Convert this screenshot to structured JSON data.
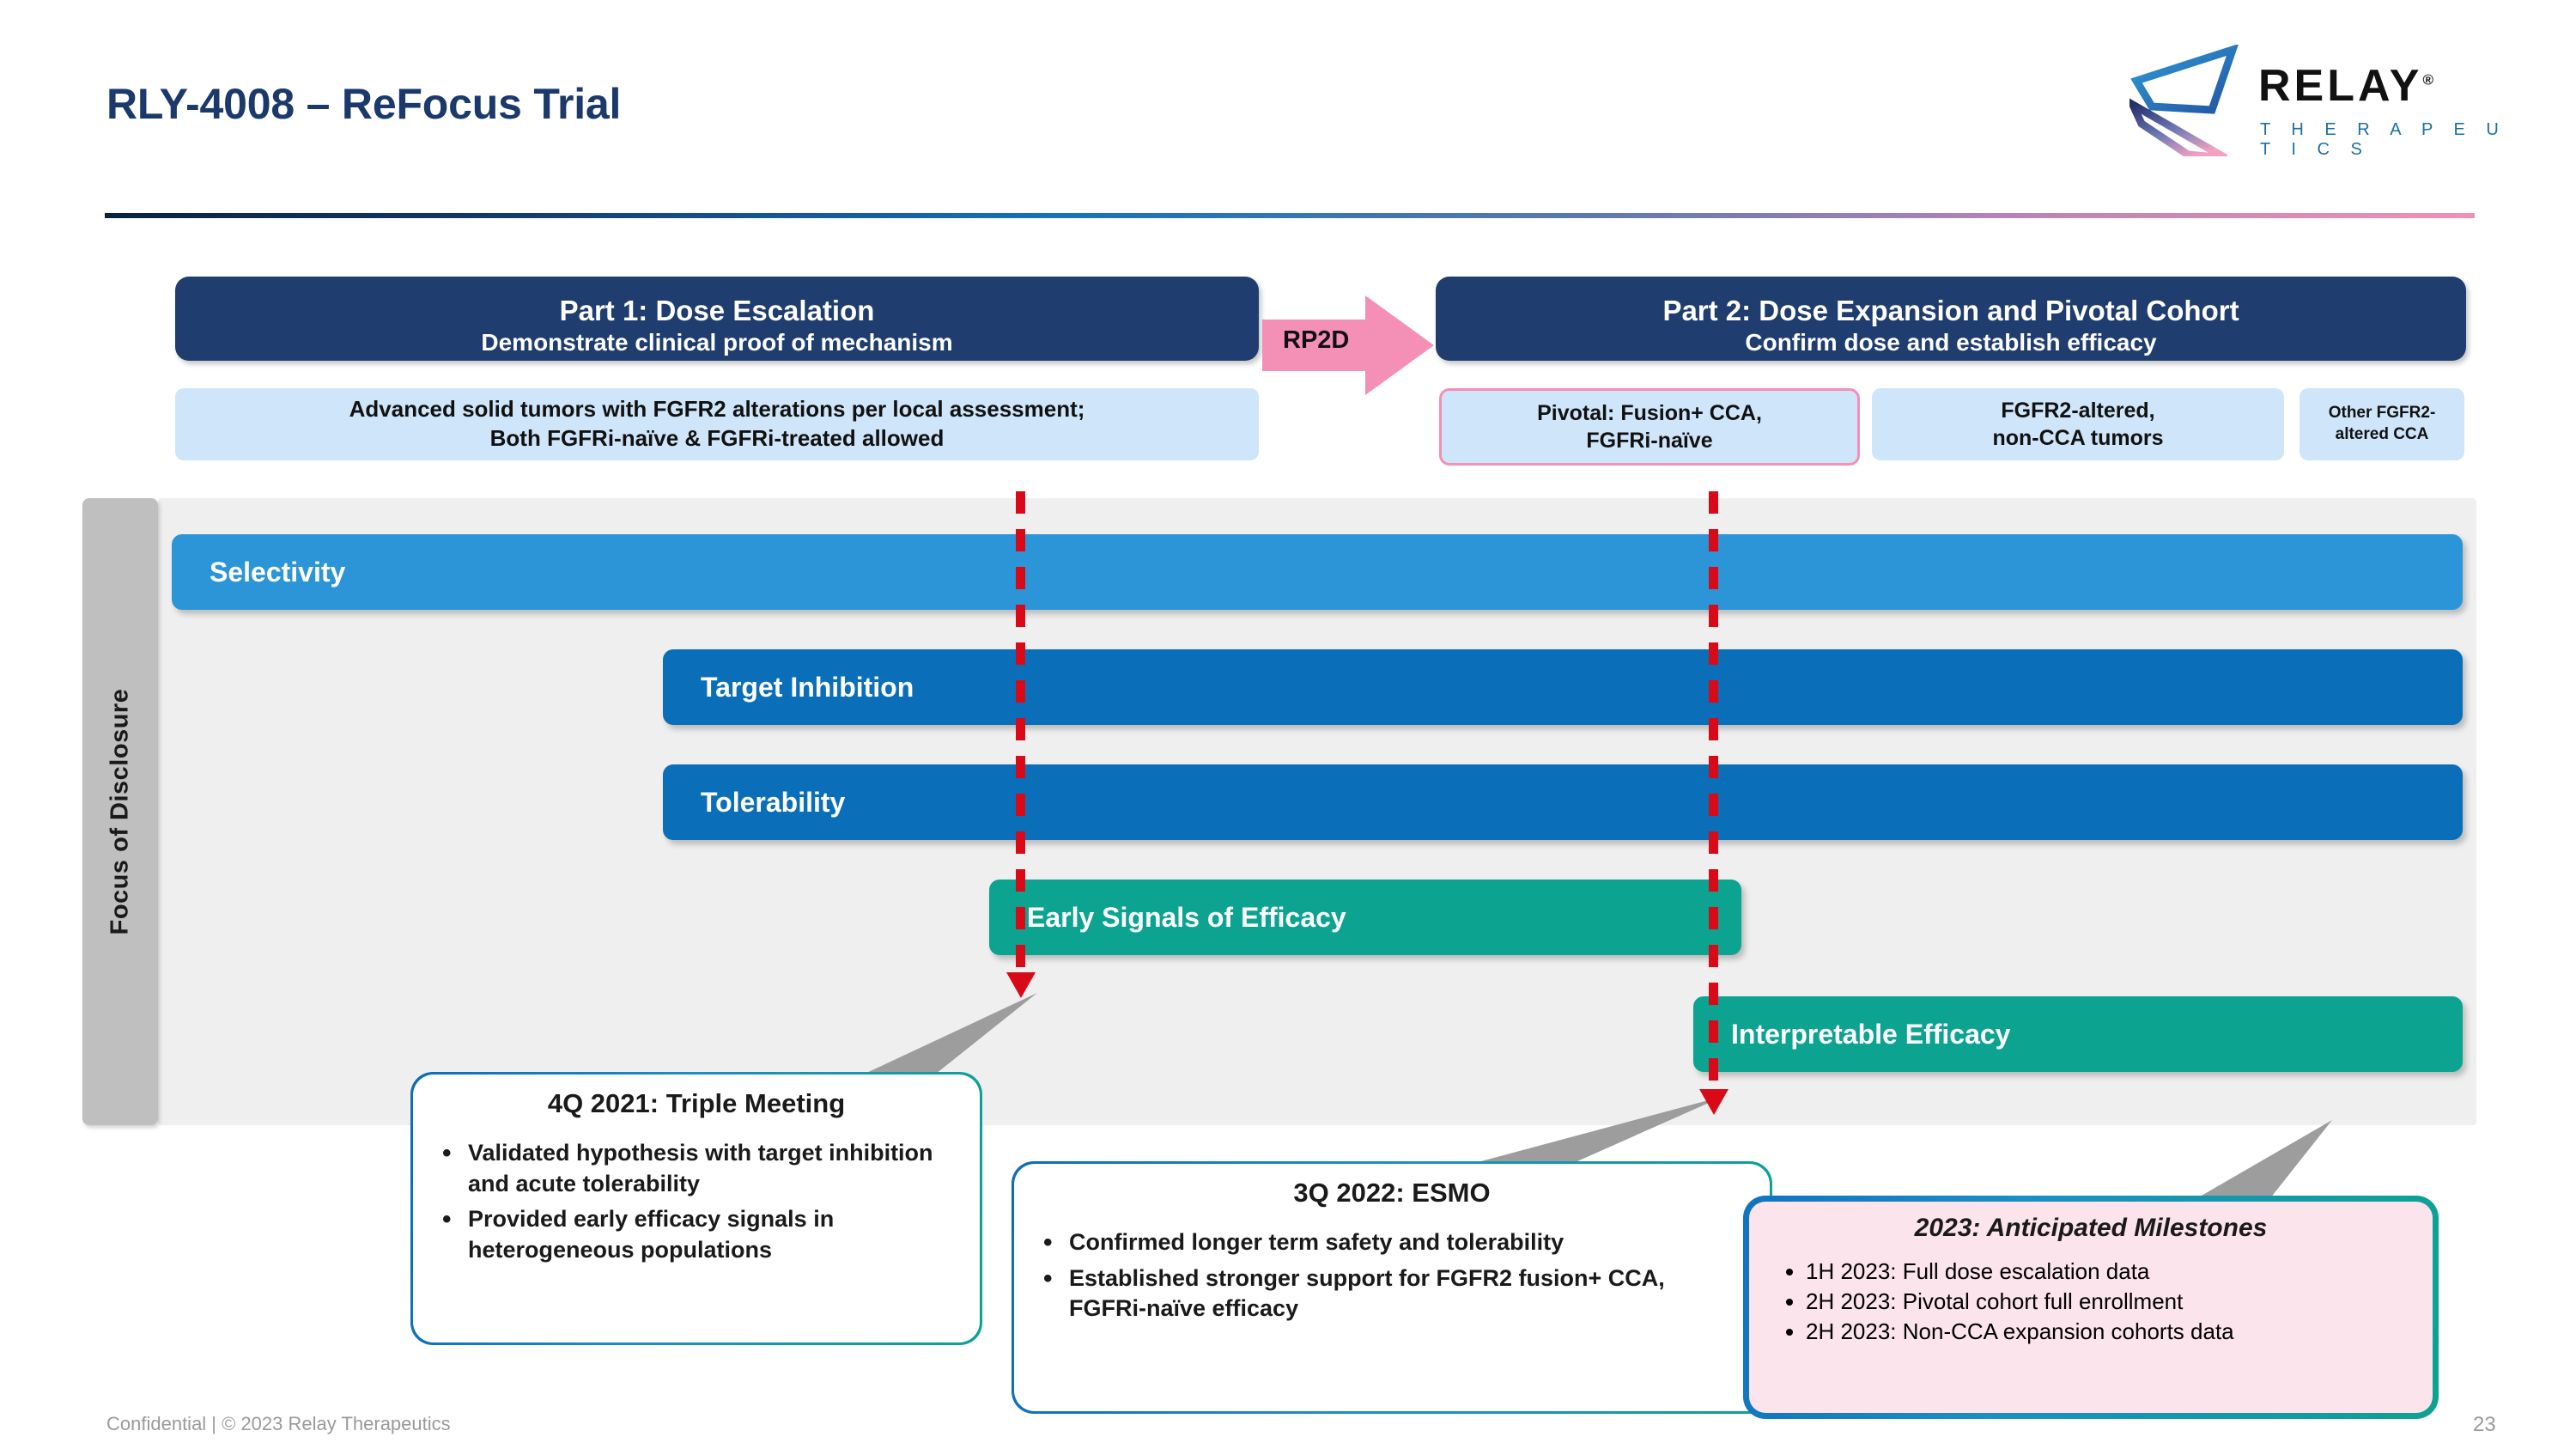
{
  "header": {
    "title": "RLY-4008 – ReFocus Trial",
    "logo": {
      "wordmark": "RELAY",
      "registered": "®",
      "tagline": "T H E R A P E U T I C S"
    }
  },
  "parts": {
    "part1": {
      "title": "Part 1: Dose Escalation",
      "subtitle": "Demonstrate clinical proof of mechanism",
      "population": "Advanced solid tumors with FGFR2 alterations per local assessment; Both FGFRi-naïve & FGFRi-treated allowed"
    },
    "transition": {
      "label": "RP2D"
    },
    "part2": {
      "title": "Part 2: Dose Expansion and Pivotal Cohort",
      "subtitle": "Confirm dose and establish efficacy",
      "cohorts": [
        {
          "label": "Pivotal: Fusion+ CCA, FGFRi-naïve",
          "highlighted": true
        },
        {
          "label": "FGFR2-altered, non-CCA tumors",
          "highlighted": false
        },
        {
          "label": "Other FGFR2-altered CCA",
          "highlighted": false
        }
      ]
    }
  },
  "focus": {
    "rail_label": "Focus of Disclosure",
    "bars": [
      {
        "label": "Selectivity",
        "color": "#2b95d8"
      },
      {
        "label": "Target Inhibition",
        "color": "#0a6fb8"
      },
      {
        "label": "Tolerability",
        "color": "#0a6fb8"
      },
      {
        "label": "Early Signals of Efficacy",
        "color": "#0ca391"
      },
      {
        "label": "Interpretable Efficacy",
        "color": "#0ca391"
      }
    ]
  },
  "callouts": [
    {
      "title": "4Q 2021: Triple Meeting",
      "bullets": [
        "Validated hypothesis with target inhibition and acute tolerability",
        "Provided early efficacy signals in heterogeneous populations"
      ]
    },
    {
      "title": "3Q 2022: ESMO",
      "bullets": [
        "Confirmed longer term safety and tolerability",
        "Established stronger support for FGFR2 fusion+ CCA, FGFRi-naïve efficacy"
      ]
    },
    {
      "title": "2023: Anticipated Milestones",
      "bullets": [
        "1H 2023: Full dose escalation data",
        "2H 2023: Pivotal cohort full enrollment",
        "2H 2023: Non-CCA expansion cohorts data"
      ]
    }
  ],
  "footer": {
    "left": "Confidential | © 2023 Relay Therapeutics",
    "page": "23"
  },
  "colors": {
    "navy": "#1f3d6e",
    "light_blue": "#cfe6fa",
    "pink": "#f48fb6",
    "bar_blue_light": "#2b95d8",
    "bar_blue": "#0a6fb8",
    "teal": "#0ca391",
    "milestone_red": "#d80a17",
    "rail_gray": "#bfbfbf",
    "stage_gray": "#efefef",
    "milestone_card_bg": "#fbe4ec"
  }
}
